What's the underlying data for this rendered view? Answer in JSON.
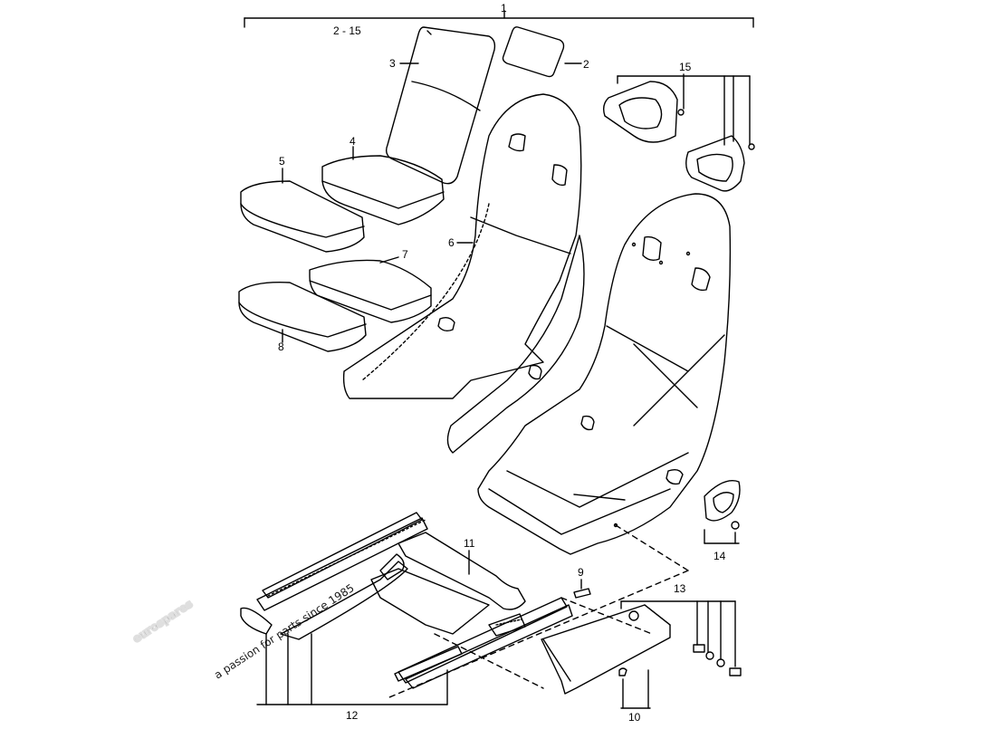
{
  "diagram": {
    "callouts": {
      "c1": "1",
      "c2_15": "2 - 15",
      "c2": "2",
      "c3": "3",
      "c4": "4",
      "c5": "5",
      "c6": "6",
      "c7": "7",
      "c8": "8",
      "c9": "9",
      "c10": "10",
      "c11": "11",
      "c12": "12",
      "c13": "13",
      "c14": "14",
      "c15": "15"
    }
  },
  "watermark": {
    "brand": "eurospares",
    "tagline": "a passion for parts since 1985",
    "color": "#e9e57a"
  },
  "colors": {
    "line": "#000000",
    "watermark_brand": "#e8e8e8"
  }
}
